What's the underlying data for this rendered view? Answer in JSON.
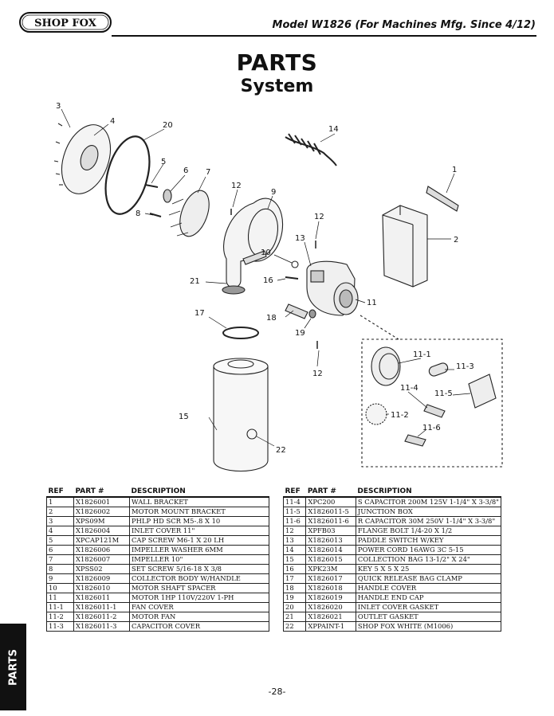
{
  "header": {
    "logo_text": "SHOP FOX",
    "model": "Model W1826 (For Machines Mfg. Since 4/12)"
  },
  "title": "PARTS",
  "subtitle": "System",
  "diagram_callouts": [
    "3",
    "4",
    "20",
    "5",
    "6",
    "7",
    "8",
    "12",
    "9",
    "14",
    "1",
    "2",
    "12",
    "13",
    "10",
    "16",
    "21",
    "11",
    "17",
    "18",
    "19",
    "12",
    "11-1",
    "11-3",
    "11-4",
    "11-5",
    "11-2",
    "11-6",
    "15",
    "22"
  ],
  "table_headers": {
    "ref": "REF",
    "part": "PART #",
    "desc": "DESCRIPTION"
  },
  "parts_left": [
    {
      "ref": "1",
      "part": "X1826001",
      "desc": "WALL BRACKET"
    },
    {
      "ref": "2",
      "part": "X1826002",
      "desc": "MOTOR MOUNT BRACKET"
    },
    {
      "ref": "3",
      "part": "XPS09M",
      "desc": "PHLP HD SCR M5-.8 X 10"
    },
    {
      "ref": "4",
      "part": "X1826004",
      "desc": "INLET COVER 11\""
    },
    {
      "ref": "5",
      "part": "XPCAP121M",
      "desc": "CAP SCREW M6-1 X 20 LH"
    },
    {
      "ref": "6",
      "part": "X1826006",
      "desc": "IMPELLER WASHER 6MM"
    },
    {
      "ref": "7",
      "part": "X1826007",
      "desc": "IMPELLER 10\""
    },
    {
      "ref": "8",
      "part": "XPSS02",
      "desc": "SET SCREW 5/16-18 X 3/8"
    },
    {
      "ref": "9",
      "part": "X1826009",
      "desc": "COLLECTOR BODY W/HANDLE"
    },
    {
      "ref": "10",
      "part": "X1826010",
      "desc": "MOTOR SHAFT SPACER"
    },
    {
      "ref": "11",
      "part": "X1826011",
      "desc": "MOTOR 1HP 110V/220V 1-PH"
    },
    {
      "ref": "11-1",
      "part": "X1826011-1",
      "desc": "FAN COVER"
    },
    {
      "ref": "11-2",
      "part": "X1826011-2",
      "desc": "MOTOR FAN"
    },
    {
      "ref": "11-3",
      "part": "X1826011-3",
      "desc": "CAPACITOR COVER"
    }
  ],
  "parts_right": [
    {
      "ref": "11-4",
      "part": "XPC200",
      "desc": "S CAPACITOR 200M 125V 1-1/4\" X 3-3/8\""
    },
    {
      "ref": "11-5",
      "part": "X1826011-5",
      "desc": "JUNCTION BOX"
    },
    {
      "ref": "11-6",
      "part": "X1826011-6",
      "desc": "R CAPACITOR 30M 250V 1-1/4\" X 3-3/8\""
    },
    {
      "ref": "12",
      "part": "XPFB03",
      "desc": "FLANGE BOLT 1/4-20 X 1/2"
    },
    {
      "ref": "13",
      "part": "X1826013",
      "desc": "PADDLE SWITCH W/KEY"
    },
    {
      "ref": "14",
      "part": "X1826014",
      "desc": "POWER CORD 16AWG 3C 5-15"
    },
    {
      "ref": "15",
      "part": "X1826015",
      "desc": "COLLECTION BAG 13-1/2\" X 24\""
    },
    {
      "ref": "16",
      "part": "XPK23M",
      "desc": "KEY 5 X 5 X 25"
    },
    {
      "ref": "17",
      "part": "X1826017",
      "desc": "QUICK RELEASE BAG CLAMP"
    },
    {
      "ref": "18",
      "part": "X1826018",
      "desc": "HANDLE COVER"
    },
    {
      "ref": "19",
      "part": "X1826019",
      "desc": "HANDLE END CAP"
    },
    {
      "ref": "20",
      "part": "X1826020",
      "desc": "INLET COVER GASKET"
    },
    {
      "ref": "21",
      "part": "X1826021",
      "desc": "OUTLET GASKET"
    },
    {
      "ref": "22",
      "part": "XPPAINT-1",
      "desc": "SHOP FOX WHITE (M1006)"
    }
  ],
  "side_tab": "PARTS",
  "page_number": "-28-"
}
